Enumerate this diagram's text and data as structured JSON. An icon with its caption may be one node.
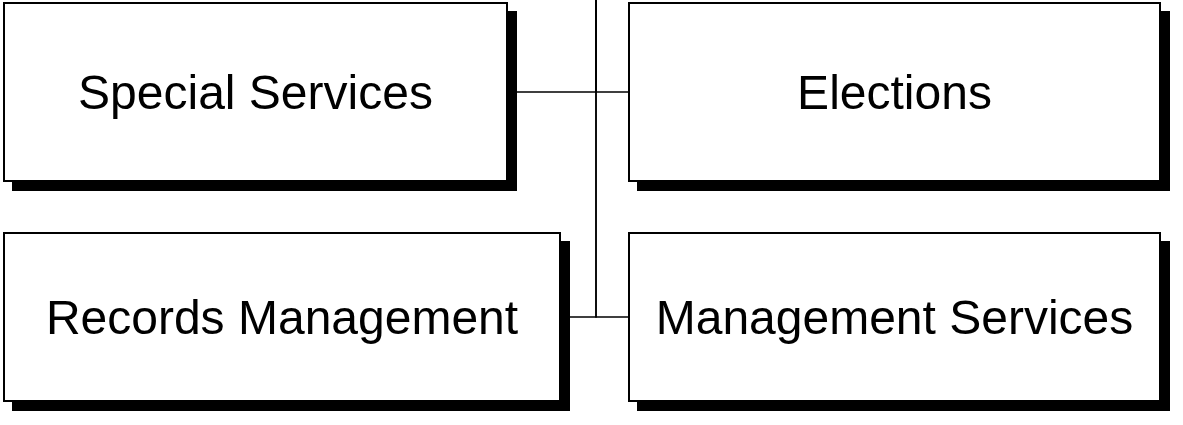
{
  "diagram": {
    "nodes": [
      {
        "text": [
          "Special Services"
        ]
      },
      {
        "text": [
          "Elections"
        ]
      },
      {
        "text": [
          "Records Management"
        ]
      },
      {
        "text": [
          "Management Services"
        ]
      }
    ],
    "edges": [
      {
        "from": null,
        "to": 0,
        "arrow": "none"
      },
      {
        "from": null,
        "to": 1,
        "arrow": "none"
      },
      {
        "from": null,
        "to": 2,
        "arrow": "none"
      },
      {
        "from": null,
        "to": 3,
        "arrow": "none"
      }
    ]
  }
}
